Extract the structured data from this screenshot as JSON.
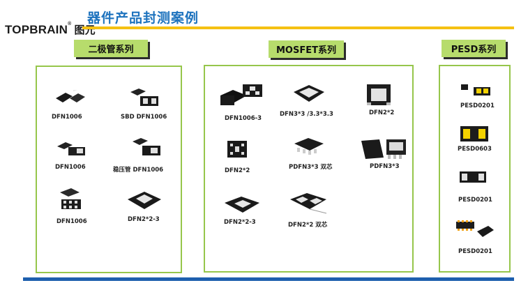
{
  "brand": {
    "name": "TOPBRAIN",
    "reg": "®",
    "cn": "图元"
  },
  "title": "器件产品封测案例",
  "colors": {
    "title": "#1e73be",
    "accent_bar": "#f5c112",
    "panel_border": "#96c64b",
    "label_bg": "#b7dc6c",
    "bottom_bar": "#1e5fae"
  },
  "categories": [
    {
      "label": "二极管系列",
      "items": [
        "DFN1006",
        "SBD DFN1006",
        "DFN1006",
        "稳压管 DFN1006",
        "DFN1006",
        "DFN2*2-3"
      ]
    },
    {
      "label": "MOSFET系列",
      "items": [
        "DFN1006-3",
        "DFN3*3 /3.3*3.3",
        "DFN2*2",
        "DFN2*2",
        "PDFN3*3 双芯",
        "PDFN3*3",
        "DFN2*2-3",
        "DFN2*2 双芯"
      ]
    },
    {
      "label": "PESD系列",
      "items": [
        "PESD0201",
        "PESD0603",
        "PESD0201",
        "PESD0201"
      ]
    }
  ]
}
